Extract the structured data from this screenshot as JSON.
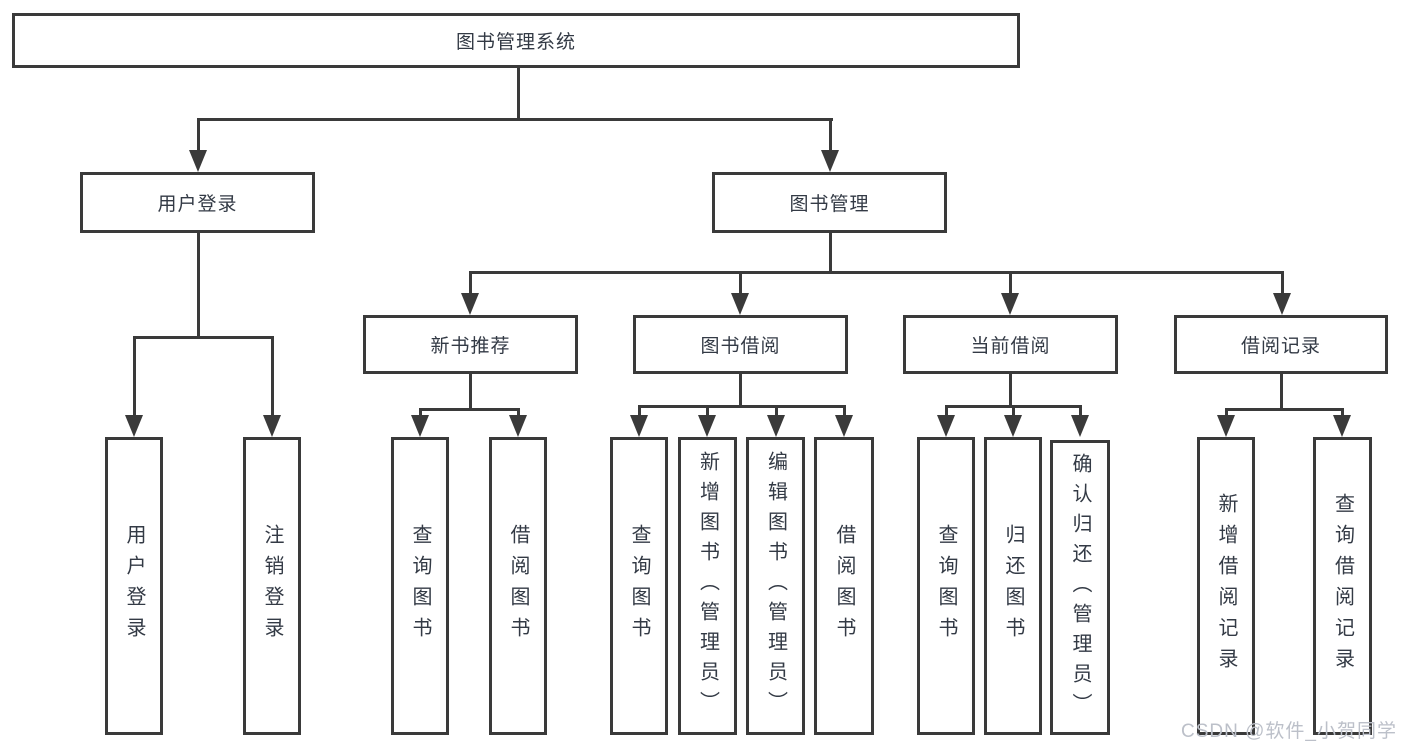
{
  "nodes": {
    "root": "图书管理系统",
    "user_login": "用户登录",
    "book_management": "图书管理",
    "login": "用户登录",
    "logout": "注销登录",
    "new_book_recommend": "新书推荐",
    "book_borrow": "图书借阅",
    "current_borrow": "当前借阅",
    "borrow_record": "借阅记录",
    "nbr_query_book": "查询图书",
    "nbr_borrow_book": "借阅图书",
    "bb_query_book": "查询图书",
    "bb_add_book": "新增图书（管理员）",
    "bb_edit_book": "编辑图书（管理员）",
    "bb_borrow_book": "借阅图书",
    "cb_query_book": "查询图书",
    "cb_return_book": "归还图书",
    "cb_confirm_return": "确认归还（管理员）",
    "br_add_record": "新增借阅记录",
    "br_query_record": "查询借阅记录"
  },
  "watermark": "CSDN @软件_小贺同学",
  "colors": {
    "line": "#3a3a3a",
    "text": "#333a45",
    "watermark": "#bcc0c9"
  }
}
